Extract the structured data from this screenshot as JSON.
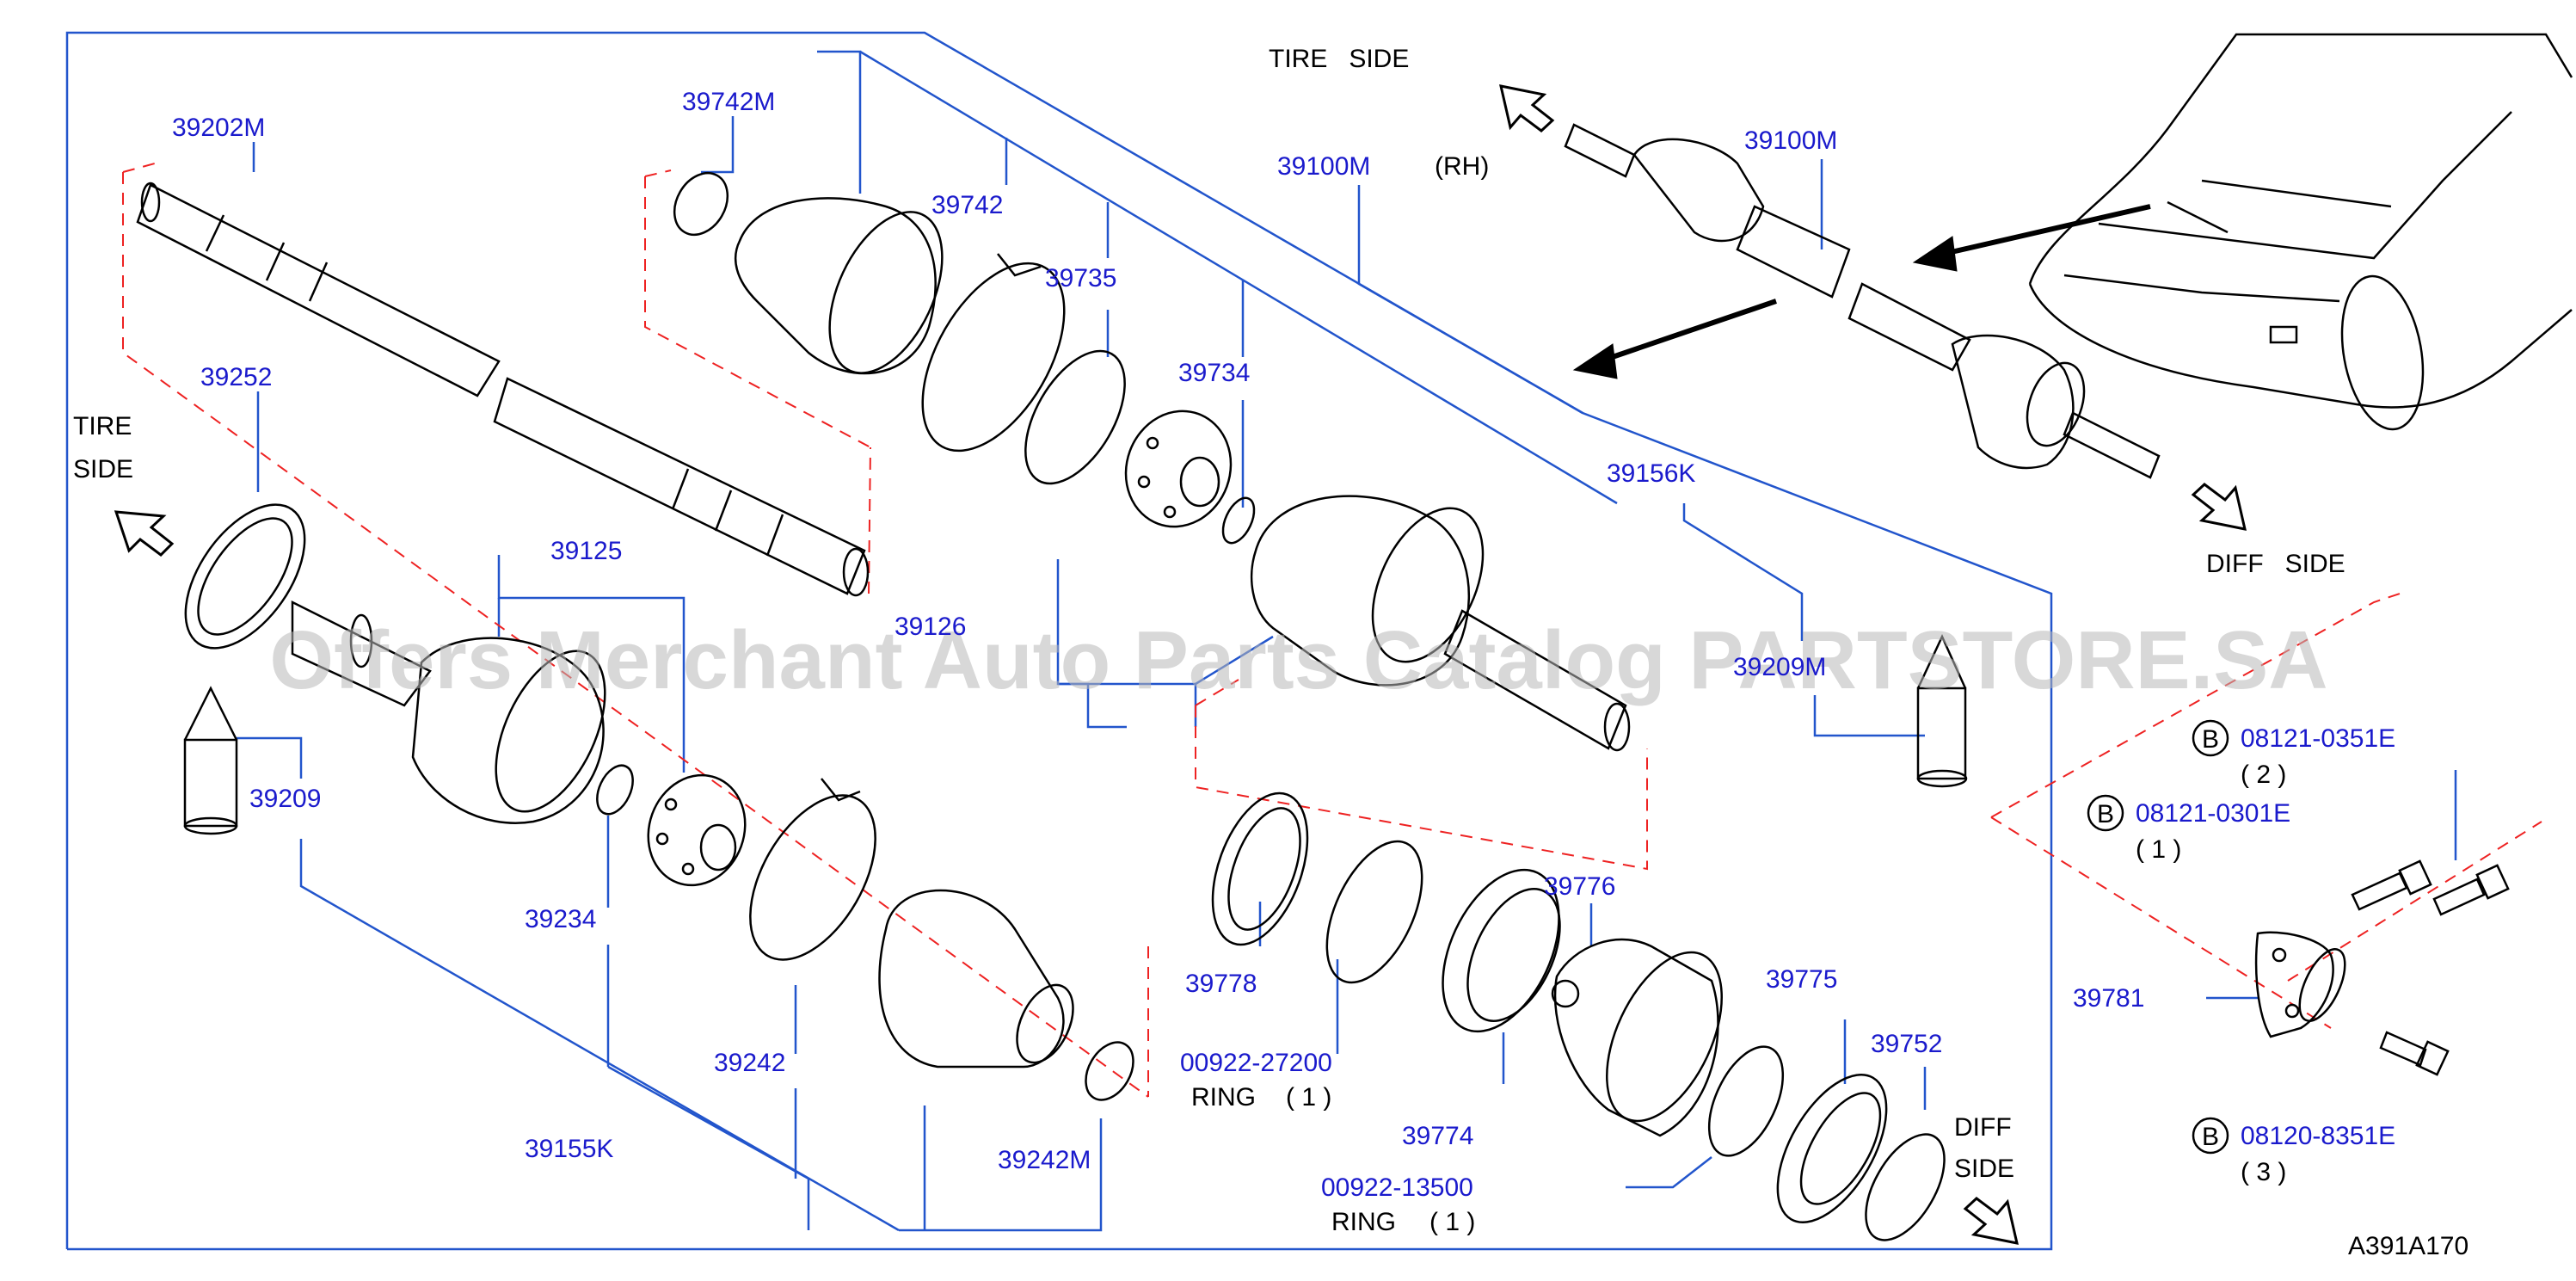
{
  "diagram": {
    "figure_code": "A391A170",
    "watermark": "Offers Merchant Auto Parts Catalog PARTSTORE.SA",
    "labels": {
      "tire_side_top": "TIRE   SIDE",
      "tire_side_left_1": "TIRE",
      "tire_side_left_2": "SIDE",
      "diff_side_right": "DIFF   SIDE",
      "diff_side_bottom_1": "DIFF",
      "diff_side_bottom_2": "SIDE",
      "rh": "(RH)",
      "ring_1": "RING",
      "ring_1_qty": "( 1 )",
      "ring_2": "RING",
      "ring_2_qty": "( 1 )"
    },
    "parts": {
      "p39202M": "39202M",
      "p39252": "39252",
      "p39209a": "39209",
      "p39125": "39125",
      "p39126": "39126",
      "p39234": "39234",
      "p39155K": "39155K",
      "p39242": "39242",
      "p39242M": "39242M",
      "p39742M": "39742M",
      "p39742": "39742",
      "p39735": "39735",
      "p39734": "39734",
      "p39100Ma": "39100M",
      "p39100Mb": "39100M",
      "p39156K": "39156K",
      "p39209b": "39209M",
      "p39778": "39778",
      "p00922_27200": "00922-27200",
      "p39774": "39774",
      "p39776": "39776",
      "p00922_13500": "00922-13500",
      "p39775": "39775",
      "p39752": "39752",
      "p39781": "39781"
    },
    "bolts": [
      {
        "badge": "B",
        "code": "08121-0351E",
        "qty": "( 2 )"
      },
      {
        "badge": "B",
        "code": "08121-0301E",
        "qty": "( 1 )"
      },
      {
        "badge": "B",
        "code": "08120-8351E",
        "qty": "( 3 )"
      }
    ],
    "colors": {
      "part_number": "#1a1acc",
      "leader_line": "#2255cc",
      "dashed_outline": "#ee2222",
      "drawing": "#000000"
    }
  }
}
